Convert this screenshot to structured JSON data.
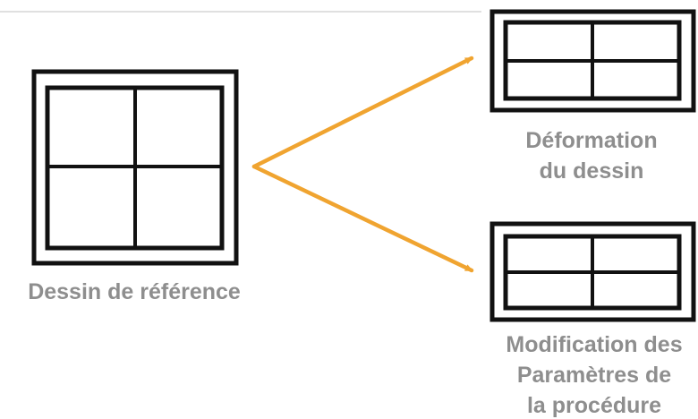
{
  "colors": {
    "frame": "#111111",
    "arrow": "#f0a430",
    "caption": "#8e8e8e",
    "top_rule": "#d6d6d6"
  },
  "reference": {
    "caption": "Dessin de référence"
  },
  "deformation": {
    "caption_lines": [
      "Déformation",
      "du dessin"
    ]
  },
  "modification": {
    "caption_lines": [
      "Modification des",
      "Paramètres de",
      "la procédure"
    ]
  }
}
